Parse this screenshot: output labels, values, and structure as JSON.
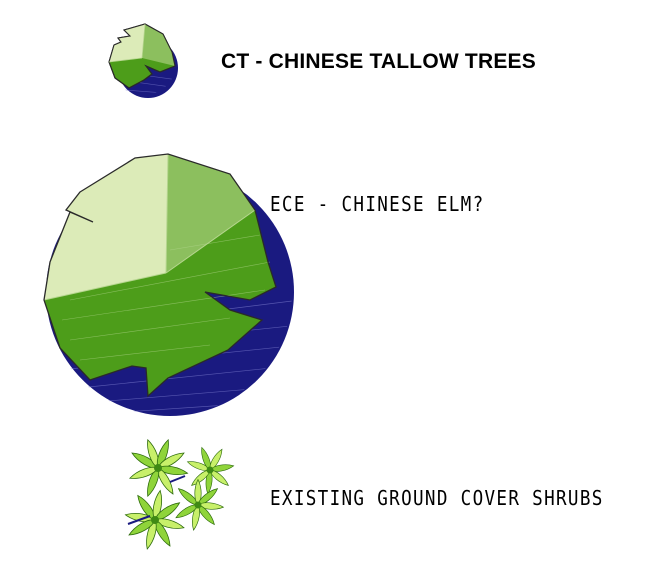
{
  "legend": {
    "items": [
      {
        "label": "CT - CHINESE TALLOW TREES",
        "symbol": "small-canopy-tree-symbol"
      },
      {
        "label": "ECE - CHINESE ELM?",
        "symbol": "large-canopy-tree-symbol"
      },
      {
        "label": "EXISTING GROUND COVER SHRUBS",
        "symbol": "shrub-cluster-symbol"
      }
    ]
  },
  "colors": {
    "shadow_navy": "#1a1a80",
    "leaf_green": "#4d9d1a",
    "light_green": "#dcebb8",
    "mid_green": "#8cbf5e",
    "shrub_light": "#c8f06a",
    "shrub_mid": "#8fd43a",
    "shrub_dark": "#3f8a14",
    "outline": "#2a2a2a"
  }
}
